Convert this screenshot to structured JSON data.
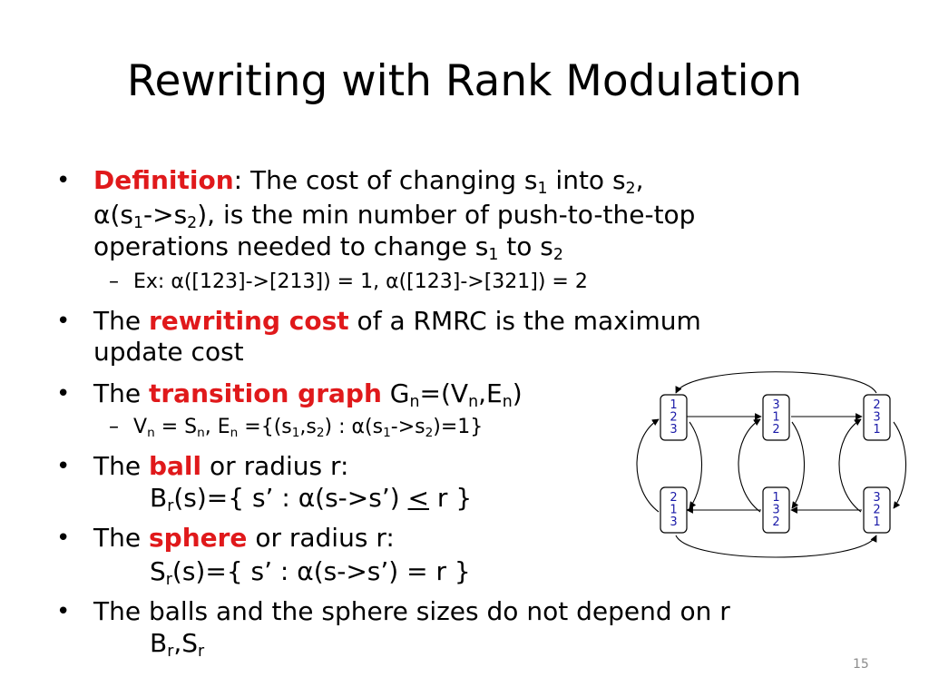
{
  "title": "Rewriting with Rank Modulation",
  "slide_number": "15",
  "bullet_char": "•",
  "dash_char": "–",
  "b1": {
    "label": "Definition",
    "t1": ": The cost of changing s",
    "sub1": "1",
    "t2": " into s",
    "sub2": "2",
    "t3": ",",
    "t4": "α(s",
    "sub3": "1",
    "t5": "->s",
    "sub4": "2",
    "t6": "), is the min number of push-to-the-top",
    "t7": "operations needed to change s",
    "sub5": "1",
    "t8": " to s",
    "sub6": "2",
    "example": "Ex: α([123]->[213]) = 1, α([123]->[321]) = 2"
  },
  "b2": {
    "pre": "The ",
    "label": "rewriting cost",
    "post": " of a RMRC is the maximum",
    "line2": "update cost"
  },
  "b3": {
    "pre": "The ",
    "label": "transition graph",
    "t1": " G",
    "sub1": "n",
    "t2": "=(V",
    "sub2": "n",
    "t3": ",E",
    "sub3": "n",
    "t4": ")",
    "s1": "V",
    "s1sub": "n",
    "s2": " = S",
    "s2sub": "n",
    "s3": ",   E",
    "s3sub": "n",
    "s4": " ={(s",
    "s4sub": "1",
    "s5": ",s",
    "s5sub": "2",
    "s6": ") : α(s",
    "s6sub": "1",
    "s7": "->s",
    "s7sub": "2",
    "s8": ")=1}"
  },
  "b4": {
    "pre": "The ",
    "label": "ball",
    "post": " or radius r:",
    "f1": "B",
    "fsub": "r",
    "f2": "(s)={ s’ : α(s->s’) ",
    "f3": "<",
    "f4": " r }"
  },
  "b5": {
    "pre": "The ",
    "label": "sphere",
    "post": " or radius r:",
    "f1": "S",
    "fsub": "r",
    "f2": "(s)={ s’ : α(s->s’) = r }"
  },
  "b6": {
    "text": "The balls and the sphere sizes do not depend on r",
    "l2a": "B",
    "l2sub1": "r",
    "l2b": ",S",
    "l2sub2": "r"
  },
  "graph": {
    "node_color": "#1a1aa8",
    "nodes": [
      {
        "id": "n123",
        "digits": [
          "1",
          "2",
          "3"
        ]
      },
      {
        "id": "n312",
        "digits": [
          "3",
          "1",
          "2"
        ]
      },
      {
        "id": "n231",
        "digits": [
          "2",
          "3",
          "1"
        ]
      },
      {
        "id": "n213",
        "digits": [
          "2",
          "1",
          "3"
        ]
      },
      {
        "id": "n132",
        "digits": [
          "1",
          "3",
          "2"
        ]
      },
      {
        "id": "n321",
        "digits": [
          "3",
          "2",
          "1"
        ]
      }
    ]
  }
}
